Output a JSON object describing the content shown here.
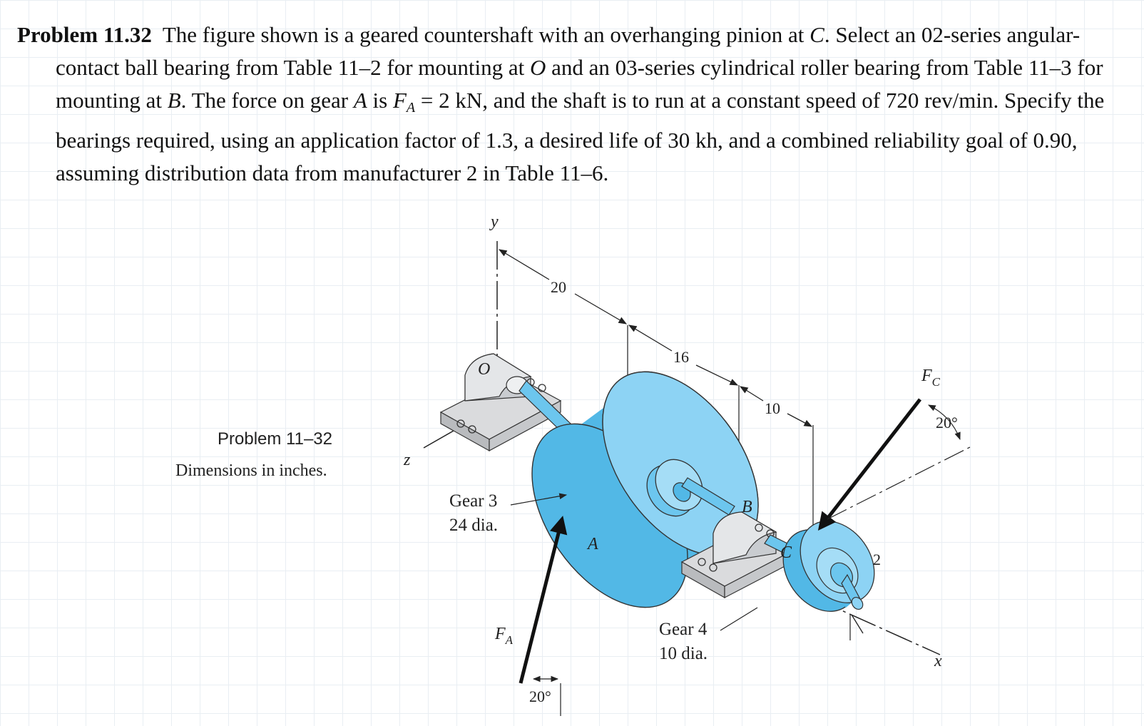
{
  "problem": {
    "heading": "Problem 11.32",
    "t1": "The figure shown is a geared countershaft with an overhanging pinion at ",
    "t1_var": "C",
    "t2": ". Select an 02-series angular-contact ball bearing from Table 11–2 for mounting at ",
    "t2_var": "O",
    "t3": " and an 03-series cylindrical roller bearing from Table 11–3 for mounting at ",
    "t3_var": "B",
    "t4": ". The force on gear ",
    "t4_var": "A",
    "t5": " is ",
    "force_symbol": "F",
    "force_subscript": "A",
    "t6": " = 2 kN, and the shaft is to run at a constant speed of 720 rev/min. Specify the bearings required, using an application factor of 1.3, a desired life of 30 kh, and a combined reliability goal of 0.90, assuming distribution data from manufacturer 2 in Table 11–6."
  },
  "caption": {
    "title": "Problem 11–32",
    "subtitle": "Dimensions in inches."
  },
  "figure": {
    "axis_y": "y",
    "axis_z": "z",
    "axis_x": "x",
    "point_o": "O",
    "point_a": "A",
    "point_b": "B",
    "point_c": "C",
    "dim_20": "20",
    "dim_16": "16",
    "dim_10": "10",
    "dim_2": "2",
    "gear3_name": "Gear 3",
    "gear3_dia": "24 dia.",
    "gear4_name": "Gear 4",
    "gear4_dia": "10 dia.",
    "force_a_main": "F",
    "force_a_sub": "A",
    "force_c_main": "F",
    "force_c_sub": "C",
    "angle_a": "20°",
    "angle_c": "20°"
  },
  "colors": {
    "gear_face": "#8dd3f4",
    "gear_side": "#52b8e6",
    "bearing": "#c9ccd0",
    "base": "#d9dadc",
    "line": "#222222"
  }
}
